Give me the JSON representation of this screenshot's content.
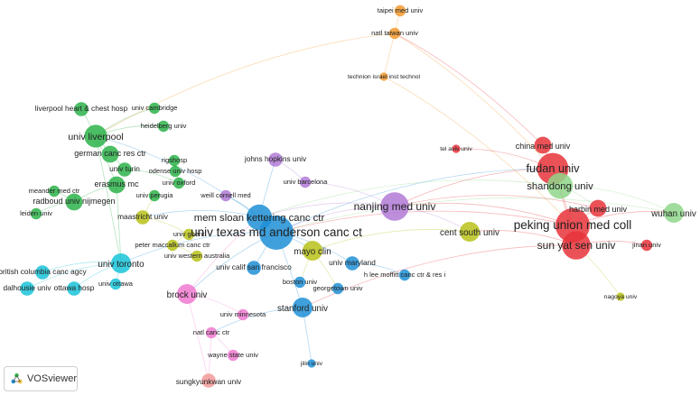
{
  "app": {
    "brand_name": "VOSviewer",
    "brand_icon": "vosviewer-logo-icon"
  },
  "colors": {
    "red": "#e8343b",
    "green": "#2db34a",
    "blue": "#1f8fd6",
    "cyan": "#19c3d8",
    "yellow": "#b8c21a",
    "purple": "#b07ad6",
    "orange": "#f29a2e",
    "pink": "#f07ad0",
    "salmon": "#f29a9a",
    "lightgreen": "#8fd68a"
  },
  "network": {
    "nodes": [
      {
        "label": "fudan univ",
        "cluster": "red",
        "weight": 9
      },
      {
        "label": "peking union med coll",
        "cluster": "red",
        "weight": 10
      },
      {
        "label": "sun yat sen univ",
        "cluster": "red",
        "weight": 8
      },
      {
        "label": "china med univ",
        "cluster": "red",
        "weight": 4
      },
      {
        "label": "harbin med univ",
        "cluster": "red",
        "weight": 4
      },
      {
        "label": "jinan univ",
        "cluster": "red",
        "weight": 2
      },
      {
        "label": "tel aviv univ",
        "cluster": "red",
        "weight": 1
      },
      {
        "label": "nagoya univ",
        "cluster": "yellow",
        "weight": 1
      },
      {
        "label": "shandong univ",
        "cluster": "lightgreen",
        "weight": 7
      },
      {
        "label": "wuhan univ",
        "cluster": "lightgreen",
        "weight": 5
      },
      {
        "label": "cent south univ",
        "cluster": "yellow",
        "weight": 5
      },
      {
        "label": "nanjing med univ",
        "cluster": "purple",
        "weight": 8
      },
      {
        "label": "univ barcelona",
        "cluster": "purple",
        "weight": 2
      },
      {
        "label": "johns hopkins univ",
        "cluster": "purple",
        "weight": 3
      },
      {
        "label": "mayo clin",
        "cluster": "yellow",
        "weight": 5
      },
      {
        "label": "mem sloan kettering canc ctr",
        "cluster": "blue",
        "weight": 7
      },
      {
        "label": "univ texas md anderson canc ct",
        "cluster": "blue",
        "weight": 10
      },
      {
        "label": "univ maryland",
        "cluster": "blue",
        "weight": 3
      },
      {
        "label": "h lee moffitt canc ctr & res i",
        "cluster": "blue",
        "weight": 2
      },
      {
        "label": "georgetown univ",
        "cluster": "blue",
        "weight": 2
      },
      {
        "label": "univ calif san francisco",
        "cluster": "blue",
        "weight": 3
      },
      {
        "label": "boston univ",
        "cluster": "blue",
        "weight": 2
      },
      {
        "label": "stanford univ",
        "cluster": "blue",
        "weight": 5
      },
      {
        "label": "jilin univ",
        "cluster": "blue",
        "weight": 1
      },
      {
        "label": "univ western australia",
        "cluster": "yellow",
        "weight": 2
      },
      {
        "label": "peter maccallum canc ctr",
        "cluster": "yellow",
        "weight": 2
      },
      {
        "label": "univ ghent",
        "cluster": "yellow",
        "weight": 2
      },
      {
        "label": "maastricht univ",
        "cluster": "yellow",
        "weight": 3
      },
      {
        "label": "weill cornell med",
        "cluster": "purple",
        "weight": 2
      },
      {
        "label": "univ oxford",
        "cluster": "green",
        "weight": 2
      },
      {
        "label": "rigshosp",
        "cluster": "green",
        "weight": 2
      },
      {
        "label": "odense univ hosp",
        "cluster": "green",
        "weight": 2
      },
      {
        "label": "univ perugia",
        "cluster": "green",
        "weight": 2
      },
      {
        "label": "univ liverpool",
        "cluster": "green",
        "weight": 6
      },
      {
        "label": "liverpool heart & chest hosp",
        "cluster": "green",
        "weight": 3
      },
      {
        "label": "univ cambridge",
        "cluster": "green",
        "weight": 2
      },
      {
        "label": "heidelberg univ",
        "cluster": "green",
        "weight": 2
      },
      {
        "label": "german canc res ctr",
        "cluster": "green",
        "weight": 4
      },
      {
        "label": "univ turin",
        "cluster": "green",
        "weight": 3
      },
      {
        "label": "erasmus mc",
        "cluster": "green",
        "weight": 4
      },
      {
        "label": "radboud univ nijmegen",
        "cluster": "green",
        "weight": 4
      },
      {
        "label": "meander med ctr",
        "cluster": "green",
        "weight": 2
      },
      {
        "label": "leiden univ",
        "cluster": "green",
        "weight": 2
      },
      {
        "label": "univ toronto",
        "cluster": "cyan",
        "weight": 5
      },
      {
        "label": "british columbia canc agcy",
        "cluster": "cyan",
        "weight": 3
      },
      {
        "label": "dalhousie univ",
        "cluster": "cyan",
        "weight": 3
      },
      {
        "label": "ottawa hosp",
        "cluster": "cyan",
        "weight": 3
      },
      {
        "label": "univ ottawa",
        "cluster": "cyan",
        "weight": 2
      },
      {
        "label": "brock univ",
        "cluster": "pink",
        "weight": 5
      },
      {
        "label": "univ minnesota",
        "cluster": "pink",
        "weight": 2
      },
      {
        "label": "natl canc ctr",
        "cluster": "pink",
        "weight": 2
      },
      {
        "label": "wayne state univ",
        "cluster": "pink",
        "weight": 2
      },
      {
        "label": "sungkyunkwan univ",
        "cluster": "salmon",
        "weight": 3
      },
      {
        "label": "taipei med univ",
        "cluster": "orange",
        "weight": 2
      },
      {
        "label": "natl taiwan univ",
        "cluster": "orange",
        "weight": 2
      },
      {
        "label": "technion israel inst technol",
        "cluster": "orange",
        "weight": 1
      }
    ],
    "links": [
      [
        "fudan univ",
        "peking union med coll"
      ],
      [
        "fudan univ",
        "sun yat sen univ"
      ],
      [
        "fudan univ",
        "shandong univ"
      ],
      [
        "fudan univ",
        "nanjing med univ"
      ],
      [
        "fudan univ",
        "china med univ"
      ],
      [
        "peking union med coll",
        "sun yat sen univ"
      ],
      [
        "peking union med coll",
        "harbin med univ"
      ],
      [
        "peking union med coll",
        "wuhan univ"
      ],
      [
        "peking union med coll",
        "nanjing med univ"
      ],
      [
        "peking union med coll",
        "univ texas md anderson canc ct"
      ],
      [
        "sun yat sen univ",
        "jinan univ"
      ],
      [
        "sun yat sen univ",
        "cent south univ"
      ],
      [
        "shandong univ",
        "wuhan univ"
      ],
      [
        "shandong univ",
        "harbin med univ"
      ],
      [
        "nanjing med univ",
        "cent south univ"
      ],
      [
        "nanjing med univ",
        "mem sloan kettering canc ctr"
      ],
      [
        "nanjing med univ",
        "univ texas md anderson canc ct"
      ],
      [
        "univ texas md anderson canc ct",
        "mem sloan kettering canc ctr"
      ],
      [
        "univ texas md anderson canc ct",
        "mayo clin"
      ],
      [
        "univ texas md anderson canc ct",
        "stanford univ"
      ],
      [
        "univ texas md anderson canc ct",
        "univ maryland"
      ],
      [
        "univ texas md anderson canc ct",
        "univ calif san francisco"
      ],
      [
        "univ texas md anderson canc ct",
        "brock univ"
      ],
      [
        "univ texas md anderson canc ct",
        "univ toronto"
      ],
      [
        "univ texas md anderson canc ct",
        "fudan univ"
      ],
      [
        "mem sloan kettering canc ctr",
        "johns hopkins univ"
      ],
      [
        "mem sloan kettering canc ctr",
        "maastricht univ"
      ],
      [
        "mem sloan kettering canc ctr",
        "univ liverpool"
      ],
      [
        "mem sloan kettering canc ctr",
        "weill cornell med"
      ],
      [
        "mayo clin",
        "boston univ"
      ],
      [
        "mayo clin",
        "georgetown univ"
      ],
      [
        "stanford univ",
        "jilin univ"
      ],
      [
        "stanford univ",
        "natl canc ctr"
      ],
      [
        "univ maryland",
        "h lee moffitt canc ctr & res i"
      ],
      [
        "univ liverpool",
        "liverpool heart & chest hosp"
      ],
      [
        "univ liverpool",
        "german canc res ctr"
      ],
      [
        "univ liverpool",
        "erasmus mc"
      ],
      [
        "univ liverpool",
        "univ cambridge"
      ],
      [
        "univ liverpool",
        "heidelberg univ"
      ],
      [
        "erasmus mc",
        "radboud univ nijmegen"
      ],
      [
        "radboud univ nijmegen",
        "meander med ctr"
      ],
      [
        "radboud univ nijmegen",
        "leiden univ"
      ],
      [
        "german canc res ctr",
        "univ turin"
      ],
      [
        "univ turin",
        "univ oxford"
      ],
      [
        "univ oxford",
        "rigshosp"
      ],
      [
        "rigshosp",
        "odense univ hosp"
      ],
      [
        "univ toronto",
        "british columbia canc agcy"
      ],
      [
        "univ toronto",
        "dalhousie univ"
      ],
      [
        "univ toronto",
        "ottawa hosp"
      ],
      [
        "univ toronto",
        "univ ottawa"
      ],
      [
        "brock univ",
        "univ minnesota"
      ],
      [
        "brock univ",
        "sungkyunkwan univ"
      ],
      [
        "natl canc ctr",
        "wayne state univ"
      ],
      [
        "natl canc ctr",
        "sungkyunkwan univ"
      ],
      [
        "taipei med univ",
        "natl taiwan univ"
      ],
      [
        "natl taiwan univ",
        "technion israel inst technol"
      ],
      [
        "natl taiwan univ",
        "fudan univ"
      ],
      [
        "natl taiwan univ",
        "univ liverpool"
      ],
      [
        "technion israel inst technol",
        "peking union med coll"
      ],
      [
        "tel aviv univ",
        "fudan univ"
      ],
      [
        "nagoya univ",
        "sun yat sen univ"
      ],
      [
        "univ barcelona",
        "nanjing med univ"
      ],
      [
        "johns hopkins univ",
        "univ barcelona"
      ],
      [
        "univ western australia",
        "peter maccallum canc ctr"
      ],
      [
        "peter maccallum canc ctr",
        "univ ghent"
      ],
      [
        "univ ghent",
        "maastricht univ"
      ],
      [
        "maastricht univ",
        "univ perugia"
      ],
      [
        "cent south univ",
        "mayo clin"
      ],
      [
        "shandong univ",
        "mem sloan kettering canc ctr"
      ],
      [
        "wuhan univ",
        "univ texas md anderson canc ct"
      ],
      [
        "erasmus mc",
        "univ toronto"
      ],
      [
        "univ liverpool",
        "univ toronto"
      ],
      [
        "brock univ",
        "mem sloan kettering canc ctr"
      ],
      [
        "sun yat sen univ",
        "stanford univ"
      ],
      [
        "china med univ",
        "natl taiwan univ"
      ],
      [
        "harbin med univ",
        "nanjing med univ"
      ]
    ]
  }
}
